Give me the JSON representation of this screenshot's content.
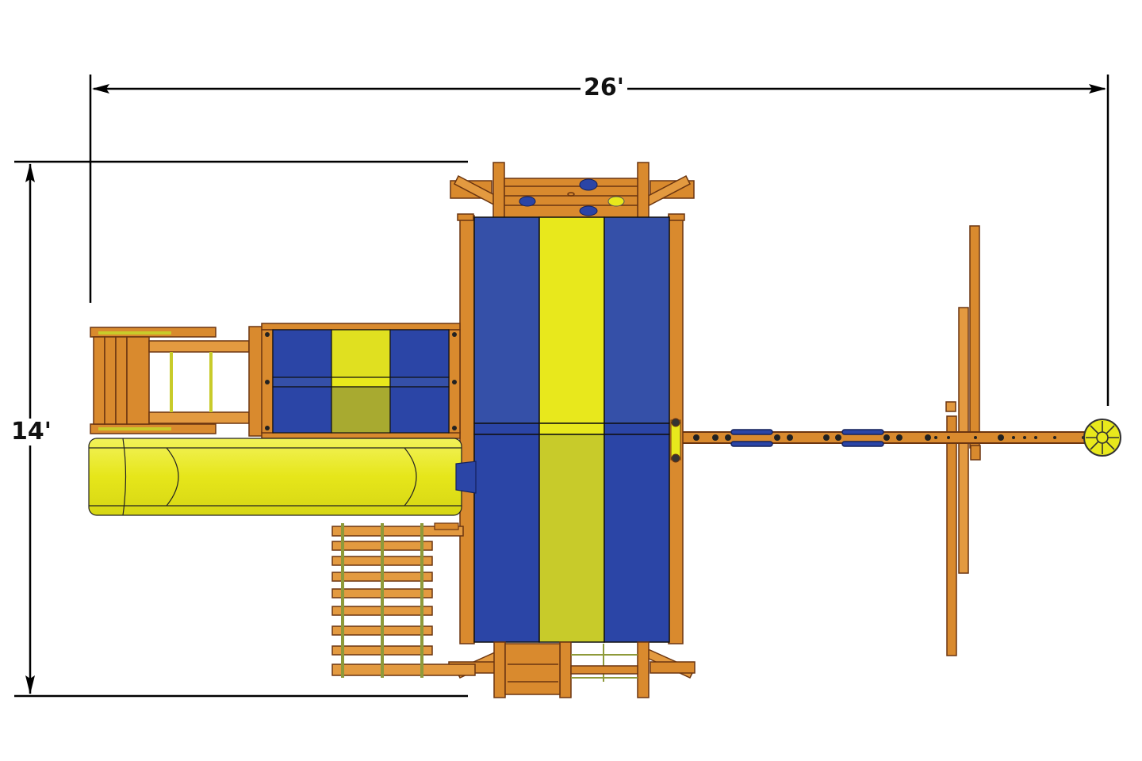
{
  "diagram": {
    "type": "playset top-view plan",
    "dimensions": {
      "width_label": "26'",
      "height_label": "14'"
    },
    "colors": {
      "wood": "#D98A2E",
      "wood_dark": "#7A4016",
      "canopy_blue": "#2B45A6",
      "canopy_blue_light": "#3550A8",
      "canopy_yellow": "#E8E81C",
      "canopy_yellow_shaded": "#C8CB2A",
      "slide_yellow": "#E8E81C",
      "rope": "#8E9A3A",
      "dimension_line": "#000000"
    },
    "components": [
      {
        "name": "main-tower-canopy",
        "stripes": [
          "blue",
          "yellow",
          "blue"
        ]
      },
      {
        "name": "side-tower-canopy",
        "stripes": [
          "blue",
          "yellow",
          "blue"
        ]
      },
      {
        "name": "rock-wall",
        "holds": 5
      },
      {
        "name": "tube-slide",
        "color": "yellow"
      },
      {
        "name": "rope-ladder",
        "rungs": 9
      },
      {
        "name": "entry-ladder"
      },
      {
        "name": "swing-beam",
        "swing_seats": 2
      },
      {
        "name": "a-frame"
      },
      {
        "name": "tire-swing"
      }
    ]
  }
}
